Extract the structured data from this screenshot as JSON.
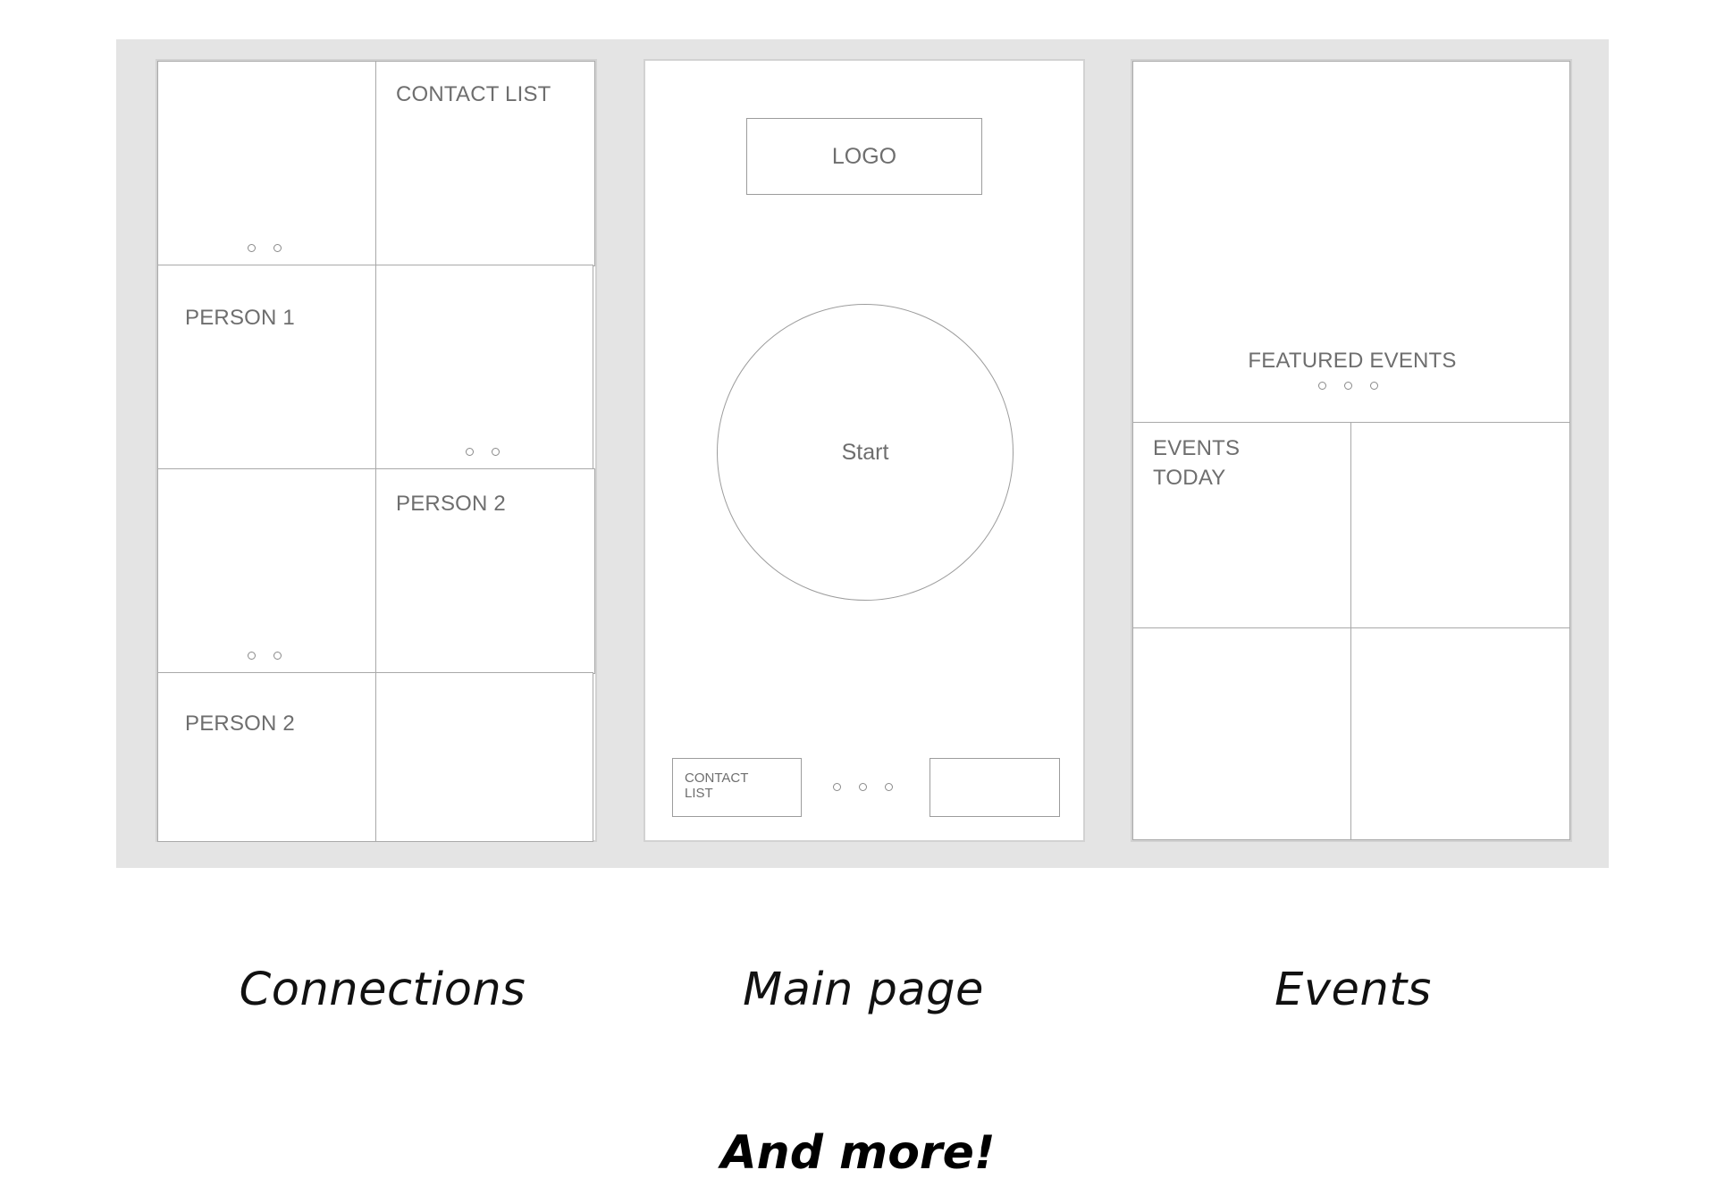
{
  "connections": {
    "contact_list_label": "CONTACT LIST",
    "person_1_label": "PERSON 1",
    "person_2a_label": "PERSON 2",
    "person_2b_label": "PERSON 2",
    "caption": "Connections"
  },
  "main": {
    "logo_label": "LOGO",
    "start_label": "Start",
    "contact_list_button_label": "CONTACT\nLIST",
    "caption": "Main page"
  },
  "events": {
    "featured_label": "FEATURED EVENTS",
    "today_label": "EVENTS\nTODAY",
    "caption": "Events"
  },
  "footer_text": "And more!",
  "colors": {
    "board_background": "#e4e4e4",
    "wireframe_line": "#a9a9a9",
    "wireframe_text": "#6e6e6e"
  }
}
